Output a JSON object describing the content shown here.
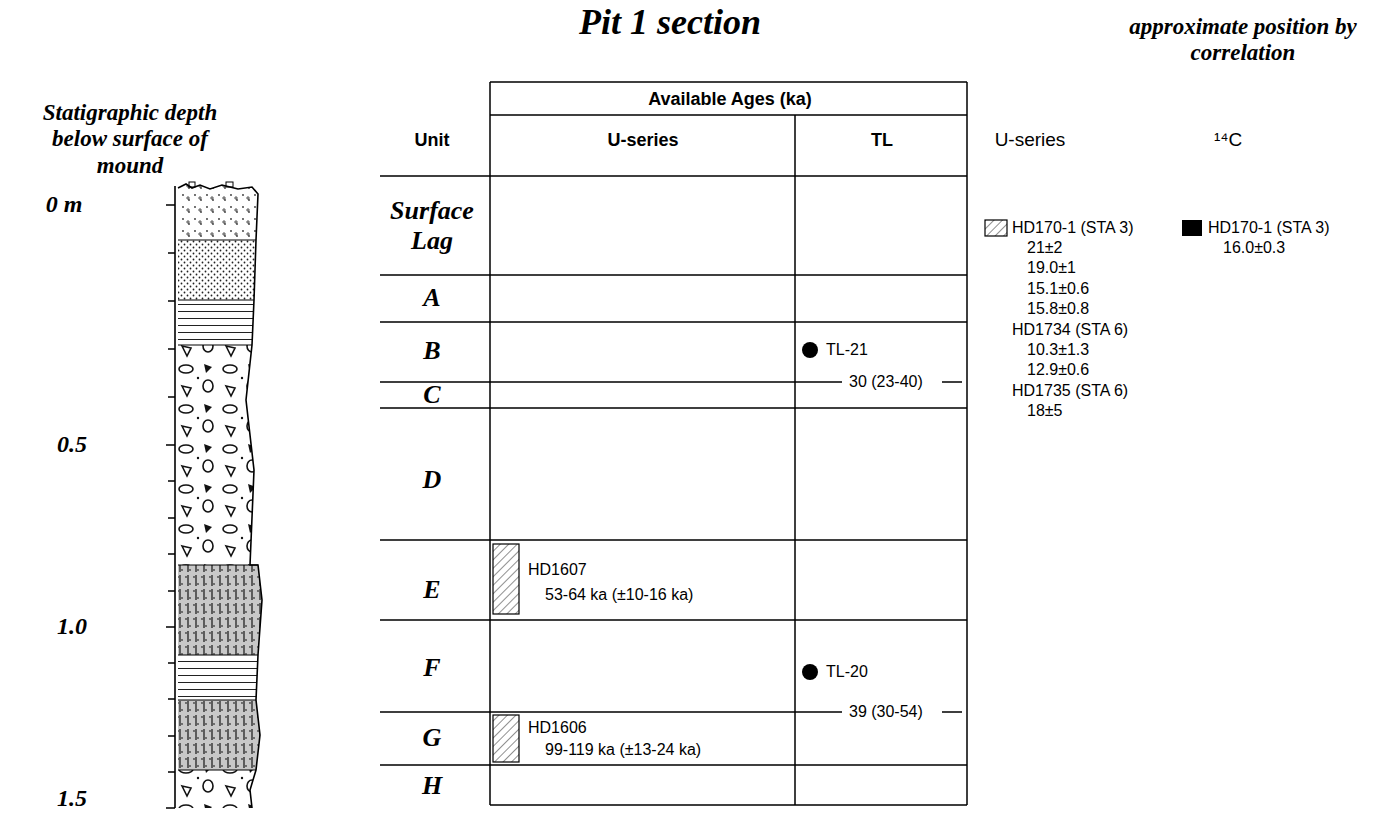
{
  "diagram": {
    "title": "Pit 1 section",
    "labels": [
      "Statigraphic depth below surface of mound",
      "0 m",
      "0.5",
      "1.0",
      "1.5",
      "approximate position by correlation",
      "Available Ages (ka)",
      "Unit",
      "U-series",
      "TL",
      "Surface Lag",
      "A",
      "B",
      "C",
      "D",
      "E",
      "F",
      "G",
      "H",
      "HD1607",
      "53-64 ka (±10-16 ka)",
      "TL-21",
      "30 (23-40)",
      "TL-20",
      "39 (30-54)",
      "HD1606",
      "99-119 ka (±13-24 ka)",
      "U-series",
      "¹⁴C",
      "HD170-1 (STA 3)",
      "21±2",
      "19.0±1",
      "15.1±0.6",
      "15.8±0.8",
      "HD1734 (STA 6)",
      "10.3±1.3",
      "12.9±0.6",
      "HD1735 (STA 6)",
      "18±5",
      "HD170-1 (STA 3)",
      "16.0±0.3"
    ]
  }
}
